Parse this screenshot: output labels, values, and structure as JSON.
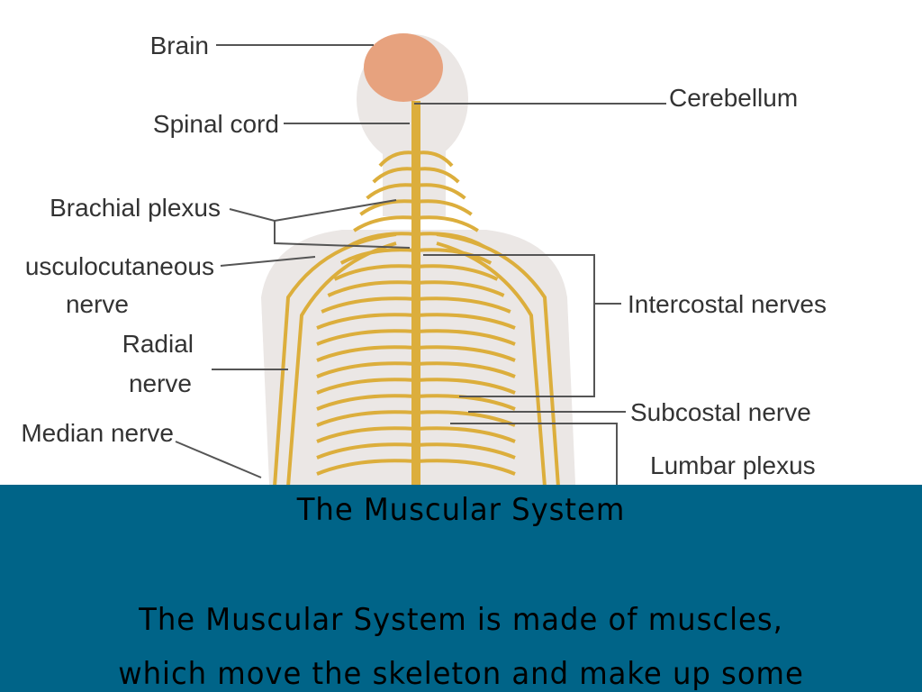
{
  "diagram": {
    "labels": {
      "brain": "Brain",
      "spinal_cord": "Spinal cord",
      "brachial_plexus": "Brachial plexus",
      "musculocutaneous_1": "usculocutaneous",
      "musculocutaneous_2": "nerve",
      "radial_1": "Radial",
      "radial_2": "nerve",
      "median": "Median nerve",
      "cerebellum": "Cerebellum",
      "intercostal": "Intercostal nerves",
      "subcostal": "Subcostal nerve",
      "lumbar": "Lumbar plexus"
    },
    "colors": {
      "nerve": "#dcae3c",
      "brain": "#e7a27e",
      "body": "#ebe7e5"
    }
  },
  "caption": {
    "title": "The Muscular System",
    "line1": "The Muscular System is made of muscles,",
    "line2": "which move the skeleton and make up some"
  },
  "colors": {
    "caption_bg": "#006488"
  }
}
